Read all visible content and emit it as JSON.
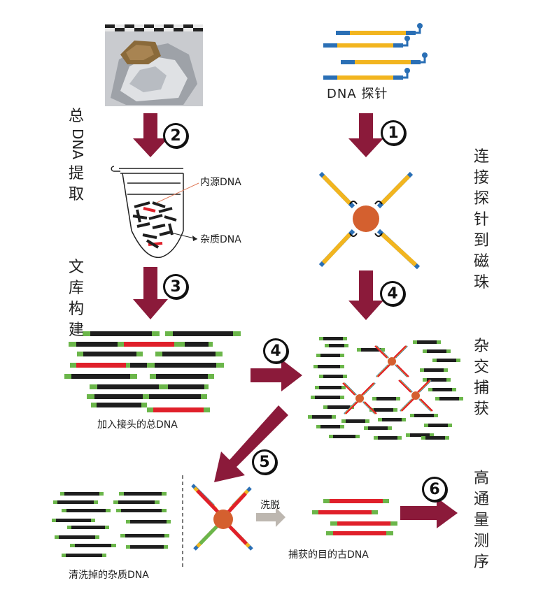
{
  "labels": {
    "probe": "DNA 探针",
    "total_dna_extraction": "总DNA 提取",
    "library_build": "文库构建",
    "attach_probe": "连接探针到磁珠",
    "hybrid_capture": "杂交捕获",
    "sequencing": "高通量测序",
    "endogenous": "内源DNA",
    "contaminant": "杂质DNA",
    "adapter_total": "加入接头的总DNA",
    "wash_away": "清洗掉的杂质DNA",
    "elute": "洗脱",
    "captured": "捕获的目的古DNA"
  },
  "steps": {
    "s1": "1",
    "s2": "2",
    "s3": "3",
    "s4a": "4",
    "s4b": "4",
    "s5": "5",
    "s6": "6"
  },
  "colors": {
    "arrow": "#8b1a3a",
    "probe_yellow": "#f2b51f",
    "probe_blue": "#2a6fb5",
    "bead": "#d4602f",
    "adapter_green": "#6bb64a",
    "endogenous_red": "#e0202a",
    "contaminant_black": "#1e1e1e",
    "elute_arrow": "#bdb7b0"
  }
}
